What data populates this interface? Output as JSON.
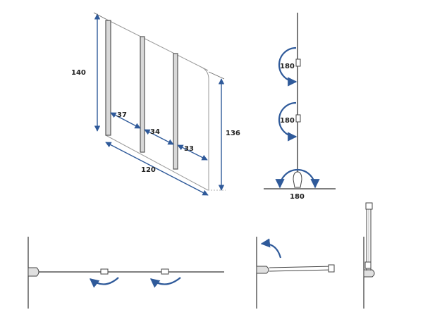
{
  "dimensions": {
    "height_left": "140",
    "height_right": "136",
    "width_total": "120",
    "panel_1": "37",
    "panel_2": "34",
    "panel_3": "33"
  },
  "rotation": {
    "angle_1": "180",
    "angle_2": "180",
    "angle_3": "180"
  },
  "colors": {
    "dimension_line": "#2f5a9a",
    "profile": "#555555"
  }
}
